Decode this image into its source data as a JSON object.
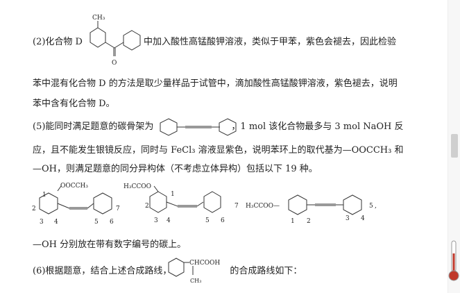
{
  "p2": {
    "prefix": "(2)化合物 D",
    "suffix": "中加入酸性高锰酸钾溶液，类似于甲苯，紫色会褪去，因此检验",
    "mol_ch3": "CH₃",
    "mol_o": "O"
  },
  "p2_line2": "苯中混有化合物 D 的方法是取少量样品于试管中，滴加酸性高锰酸钾溶液，紫色褪去，说明",
  "p2_line3": "苯中含有化合物 D。",
  "p5": {
    "prefix": "(5)能同时满足题意的碳骨架为",
    "suffix": "，1 mol 该化合物最多与 3 mol NaOH 反",
    "line2": "应，且不能发生银镜反应，同时与 FeCl₃ 溶液显紫色，说明苯环上的取代基为—OOCCH₃ 和",
    "line3": "—OH，则满足题意的同分异构体（不考虑立体异构）包括以下 19 种。"
  },
  "isomers": {
    "s1": {
      "group": "OOCCH₃",
      "n1": "1",
      "n2": "2",
      "n3": "3",
      "n4": "4",
      "n5": "5",
      "n6": "6",
      "n7": "7"
    },
    "s2": {
      "group": "H₃CCOO",
      "n1": "1",
      "n2": "2",
      "n3": "3",
      "n4": "4",
      "n5": "5",
      "n6": "6",
      "n7": "7"
    },
    "s3": {
      "group": "H₃CCOO—",
      "n1": "1",
      "n2": "2",
      "n3": "3",
      "n4": "4",
      "n5": "5",
      "trail": ","
    }
  },
  "note": "—OH 分别放在带有数字编号的碳上。",
  "p6": {
    "prefix": "(6)根据题意，结合上述合成路线，",
    "group": "CHCOOH",
    "ch3": "CH₃",
    "suffix": "的合成路线如下："
  },
  "colors": {
    "thermo": "#c0392b",
    "thumb": "#cfcfcf"
  }
}
